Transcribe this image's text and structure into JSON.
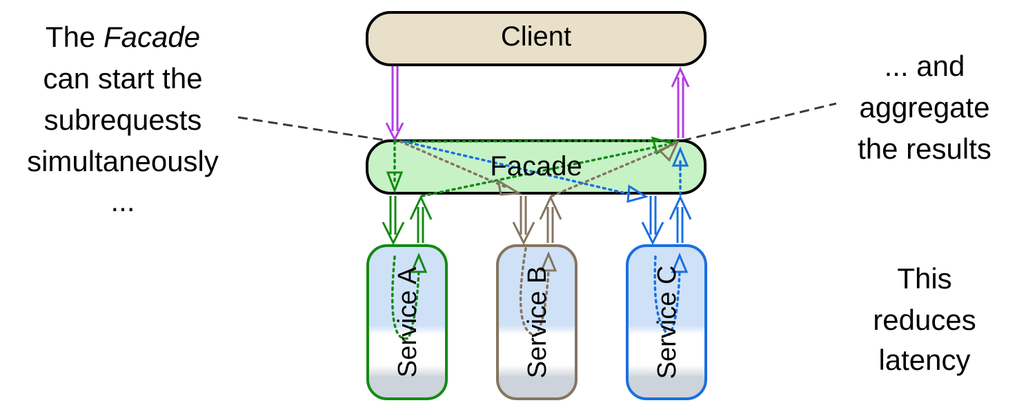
{
  "colors": {
    "client_fill": "#e8e0c8",
    "facade_fill": "#c6f2c6",
    "service_a": "#148a14",
    "service_b": "#857560",
    "service_c": "#1a6fe0",
    "client_arrow": "#b23ee6",
    "dashed": "#333a44"
  },
  "nodes": {
    "client": "Client",
    "facade": "Facade",
    "service_a": "Service A",
    "service_b": "Service B",
    "service_c": "Service C"
  },
  "notes": {
    "left": {
      "line1_pre": "The ",
      "line1_em": "Facade",
      "line2": "can start the",
      "line3": "subrequests",
      "line4": "simultaneously",
      "line5": "..."
    },
    "right_top": {
      "line1": "... and",
      "line2": "aggregate",
      "line3": "the results"
    },
    "right_bottom": {
      "line1": "This",
      "line2": "reduces",
      "line3": "latency"
    }
  }
}
